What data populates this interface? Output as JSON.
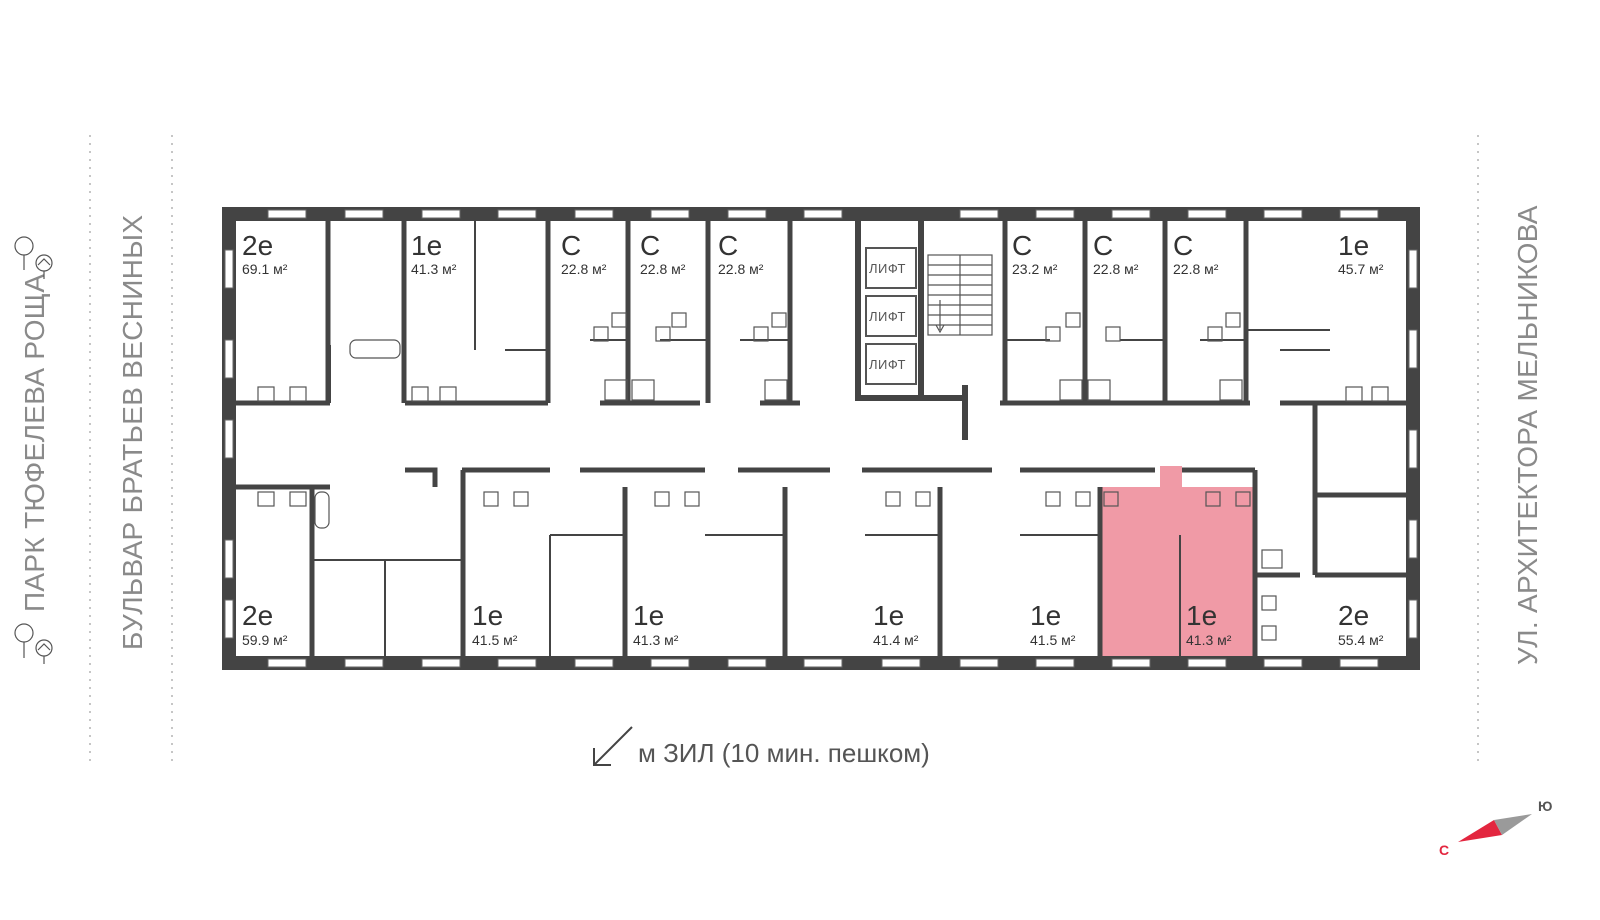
{
  "streets": {
    "left1": "ПАРК ТЮФЕЛЕВА РОЩА",
    "left2": "БУЛЬВАР БРАТЬЕВ ВЕСНИНЫХ",
    "right": "УЛ. АРХИТЕКТОРА МЕЛЬНИКОВА"
  },
  "metro": "м ЗИЛ (10 мин. пешком)",
  "lift_label": "ЛИФТ",
  "compass": {
    "north": "С",
    "south": "Ю"
  },
  "colors": {
    "highlight": "#f09aa6",
    "accent": "#e3263f",
    "walls": "#444444"
  },
  "apartments_top": [
    {
      "type": "2е",
      "area": "69.1 м²"
    },
    {
      "type": "1е",
      "area": "41.3 м²"
    },
    {
      "type": "С",
      "area": "22.8 м²"
    },
    {
      "type": "С",
      "area": "22.8 м²"
    },
    {
      "type": "С",
      "area": "22.8 м²"
    },
    {
      "type": "С",
      "area": "23.2 м²"
    },
    {
      "type": "С",
      "area": "22.8 м²"
    },
    {
      "type": "С",
      "area": "22.8 м²"
    },
    {
      "type": "1е",
      "area": "45.7 м²"
    }
  ],
  "apartments_bottom": [
    {
      "type": "2е",
      "area": "59.9 м²"
    },
    {
      "type": "1е",
      "area": "41.5 м²"
    },
    {
      "type": "1е",
      "area": "41.3 м²"
    },
    {
      "type": "1е",
      "area": "41.4 м²"
    },
    {
      "type": "1е",
      "area": "41.5 м²"
    },
    {
      "type": "1е",
      "area": "41.3 м²",
      "highlighted": true
    },
    {
      "type": "2е",
      "area": "55.4 м²"
    }
  ]
}
